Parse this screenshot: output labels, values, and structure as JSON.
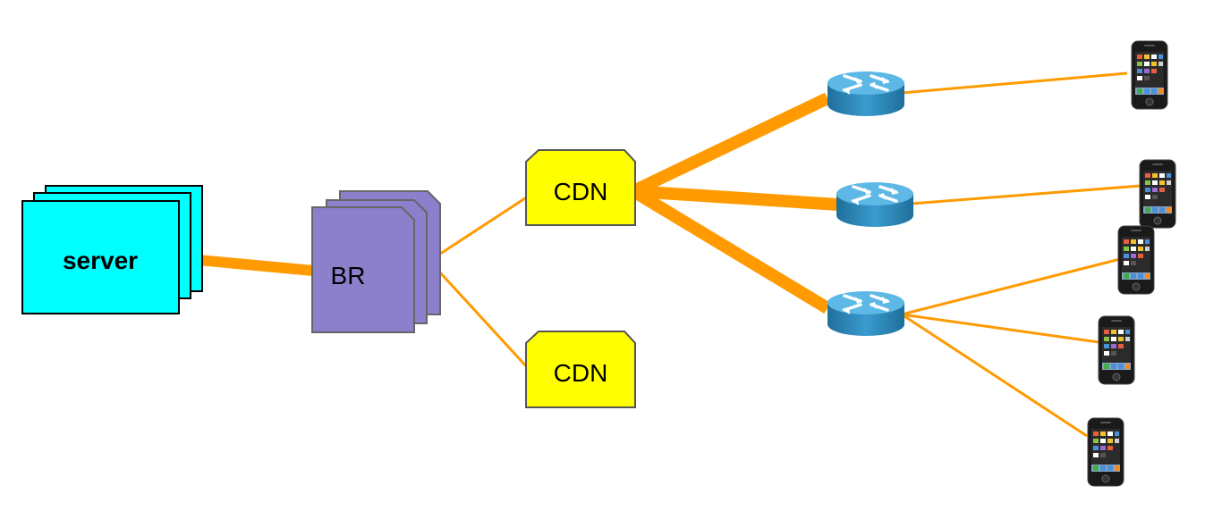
{
  "nodes": {
    "server": {
      "label": "server",
      "color": "#00ffff"
    },
    "br": {
      "label": "BR",
      "color": "#8c7fcc"
    },
    "cdn_top": {
      "label": "CDN",
      "color": "#ffff00"
    },
    "cdn_bottom": {
      "label": "CDN",
      "color": "#ffff00"
    }
  },
  "icons": {
    "router": "router-icon",
    "phone": "smartphone-icon"
  },
  "colors": {
    "link": "#ff9a00",
    "router_body": "#2f8fc0",
    "router_top": "#56b3e0",
    "outline": "#666666"
  }
}
